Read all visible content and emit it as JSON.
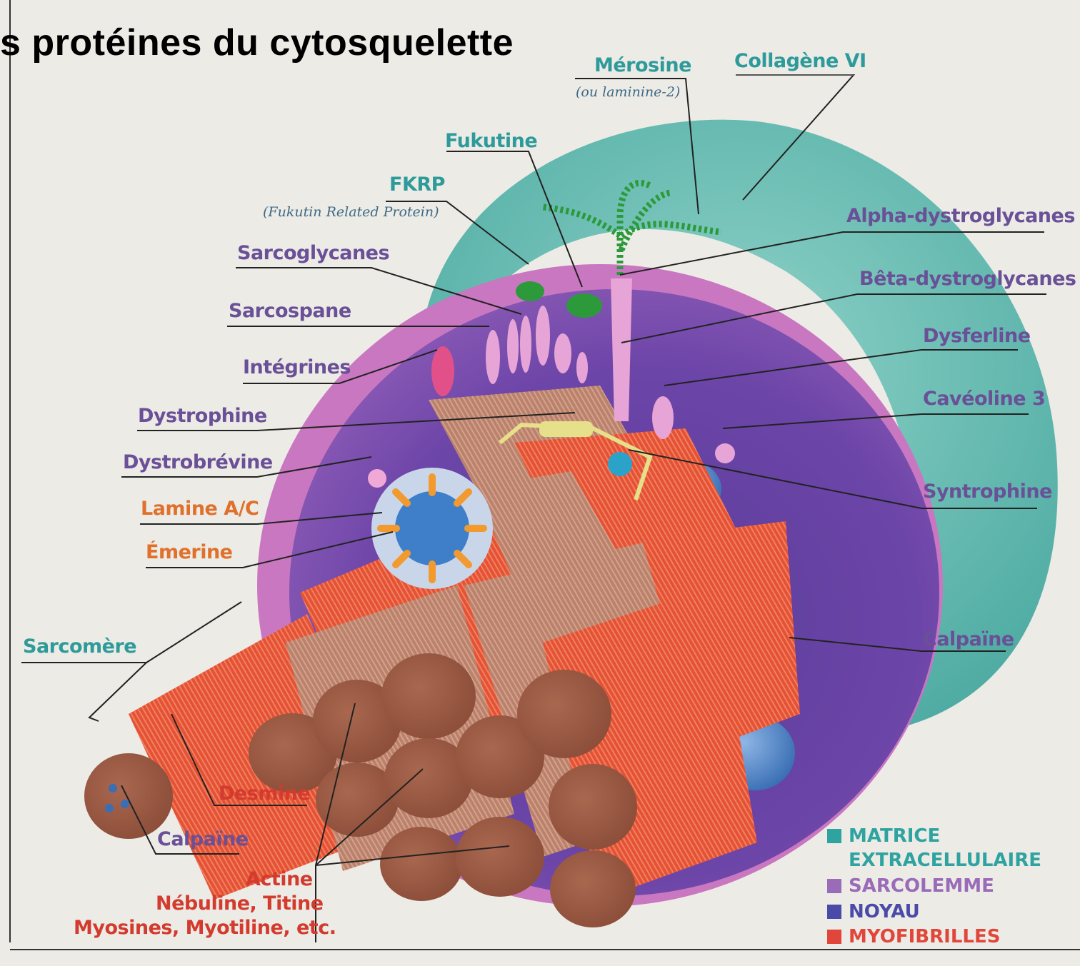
{
  "title": "s protéines du cytosquelette",
  "labels": {
    "merosine": "Mérosine",
    "merosine_sub": "(ou laminine-2)",
    "collagene": "Collagène VI",
    "fukutine": "Fukutine",
    "fkrp": "FKRP",
    "fkrp_sub": "(Fukutin Related Protein)",
    "sarcoglycanes": "Sarcoglycanes",
    "sarcospane": "Sarcospane",
    "integrines": "Intégrines",
    "dystrophine": "Dystrophine",
    "dystrobrevine": "Dystrobrévine",
    "lamine": "Lamine A/C",
    "emerine": "Émerine",
    "sarcomere": "Sarcomère",
    "desmine": "Desmine",
    "calpaine_left": "Calpaïne",
    "actine": "Actine",
    "nebuline": "Nébuline, Titine",
    "myosines": "Myosines, Myotiline, etc.",
    "alpha": "Alpha-dystroglycanes",
    "beta": "Bêta-dystroglycanes",
    "dysferline": "Dysferline",
    "caveoline": "Cavéoline 3",
    "syntrophine": "Syntrophine",
    "calpaine_right": "Calpaïne"
  },
  "legend": [
    {
      "label": "MATRICE",
      "color": "#2fa3a0"
    },
    {
      "label": "EXTRACELLULAIRE",
      "color": ""
    },
    {
      "label": "SARCOLEMME",
      "color": "#9a6bb8"
    },
    {
      "label": "NOYAU",
      "color": "#4a4aa8"
    },
    {
      "label": "MYOFIBRILLES",
      "color": "#e0473a"
    }
  ]
}
